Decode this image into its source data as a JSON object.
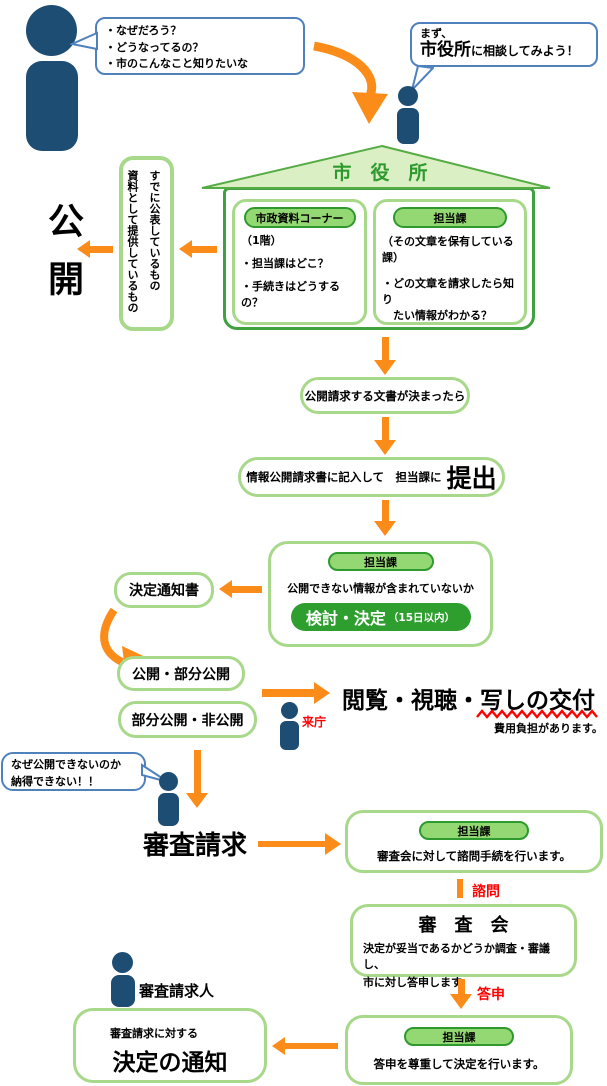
{
  "colors": {
    "person_navy": "#1e4d73",
    "arrow_orange": "#fb8c1a",
    "bubble_border_blue": "#4f81bd",
    "green_dark": "#2e9a2e",
    "green_border_light": "#a8d88a",
    "green_pill_fill": "#94d873",
    "roof_fill": "#daefc4",
    "roof_border": "#55ab44",
    "emphasis_red": "#ff0000"
  },
  "icons": {
    "person": "navy human pictogram",
    "arrow": "orange flow arrow",
    "wavy_underline": "red zigzag emphasis line"
  },
  "intro": {
    "question_lines": [
      "・なぜだろう？",
      "・どうなってるの？",
      "・市のこんなこと知りたいな"
    ],
    "consult_prefix": "まず、",
    "consult_emphasis": "市役所",
    "consult_suffix": "に相談してみよう！"
  },
  "cityhall": {
    "title": "市　役　所",
    "info_corner": {
      "pill": "市政資料コーナー",
      "floor": "（1階）",
      "items": [
        "・担当課はどこ？",
        "・手続きはどうするの？"
      ]
    },
    "dept": {
      "pill": "担当課",
      "note": "（その文章を保有している課）",
      "items": [
        "・どの文章を請求したら知り",
        "　たい情報がわかる？"
      ]
    }
  },
  "publish": {
    "label": "公開",
    "criteria": [
      "すでに公表しているもの",
      "資料として提供しているもの"
    ]
  },
  "request_flow": {
    "decided": "公開請求する文書が決まったら",
    "fill": "情報公開請求書に記入して　担当課に",
    "submit": "提出",
    "review": {
      "pill": "担当課",
      "question": "公開できない情報が含まれていないか",
      "action": "検討・決定",
      "period": "（15日以内）"
    },
    "notice": "決定通知書",
    "result_open": "公開・部分公開",
    "result_closed": "部分公開・非公開",
    "visit": "来庁",
    "view": "閲覧・視聴・写しの交付",
    "fee": "費用負担があります。"
  },
  "appeal": {
    "complaint_lines": [
      "なぜ公開できないのか",
      "納得できない！！"
    ],
    "title": "審査請求",
    "shimon_box": {
      "pill": "担当課",
      "text": "審査会に対して諮問手続を行います。"
    },
    "shimon": "諮問",
    "council": {
      "title": "審　査　会",
      "lines": [
        "決定が妥当であるかどうか調査・審議し、",
        "市に対し答申します。"
      ]
    },
    "toshin": "答申",
    "toshin_box": {
      "pill": "担当課",
      "text": "答申を尊重して決定を行います。"
    },
    "requester": "審査請求人",
    "final": {
      "subtitle": "審査請求に対する",
      "title": "決定の通知"
    }
  }
}
